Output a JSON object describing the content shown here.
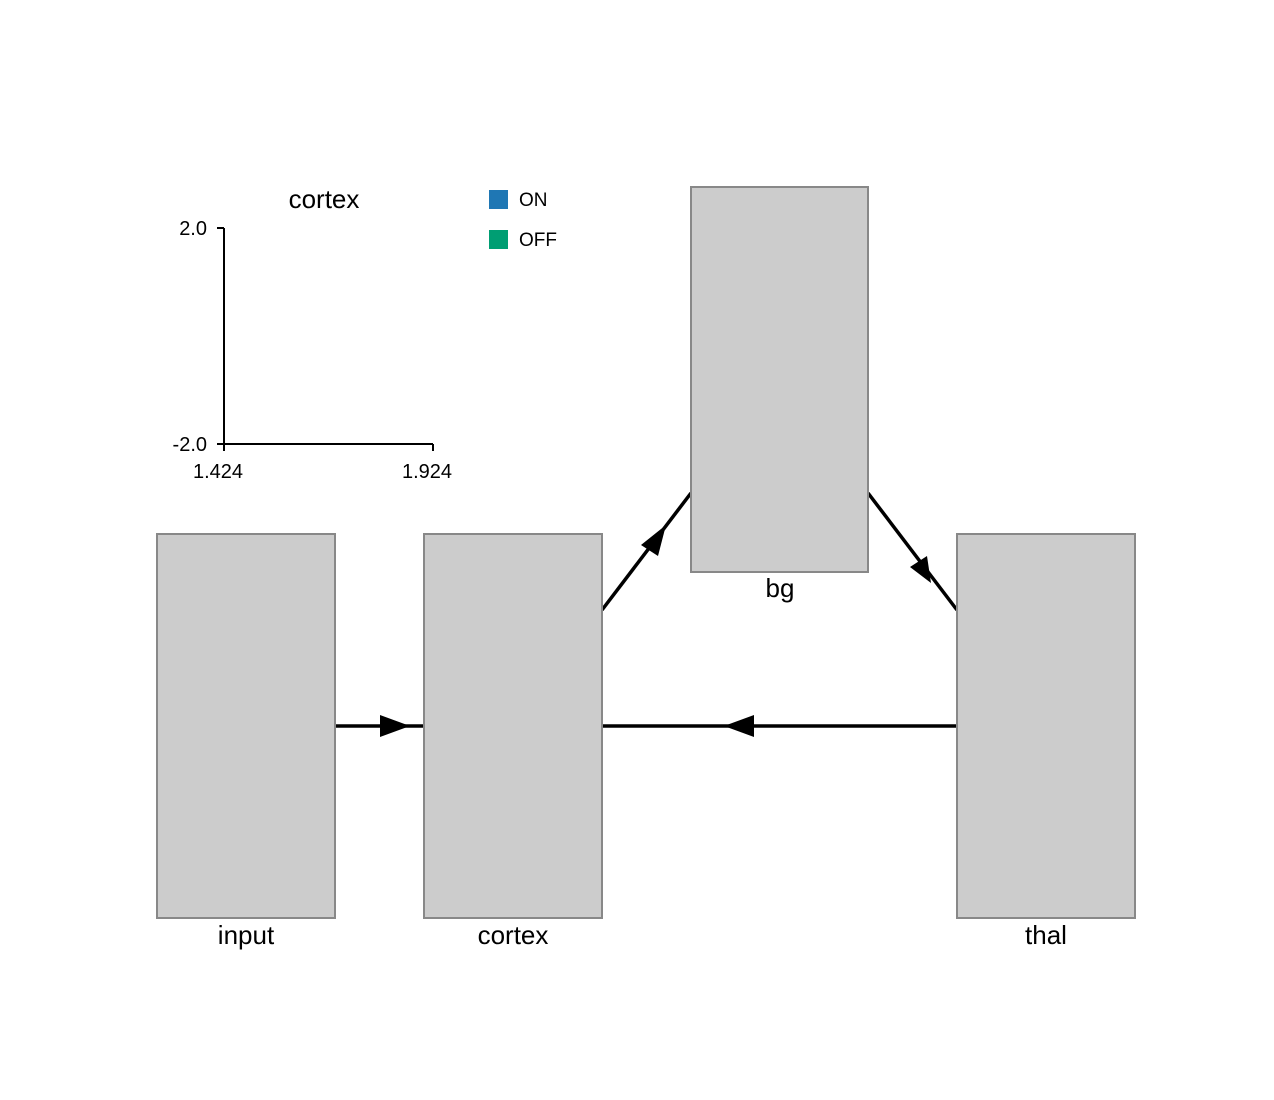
{
  "diagram": {
    "nodes": [
      {
        "id": "input",
        "label": "input"
      },
      {
        "id": "cortex",
        "label": "cortex"
      },
      {
        "id": "bg",
        "label": "bg"
      },
      {
        "id": "thal",
        "label": "thal"
      }
    ],
    "edges": [
      {
        "from": "input",
        "to": "cortex"
      },
      {
        "from": "cortex",
        "to": "bg"
      },
      {
        "from": "bg",
        "to": "thal"
      },
      {
        "from": "thal",
        "to": "cortex"
      }
    ],
    "colors": {
      "node_fill": "#cccccc",
      "node_stroke": "#888888",
      "edge": "#000000"
    }
  },
  "chart_data": {
    "type": "line",
    "title": "cortex",
    "xlabel": "",
    "ylabel": "",
    "xlim": [
      1.424,
      1.924
    ],
    "ylim": [
      -2.0,
      2.0
    ],
    "x_ticks": [
      "1.424",
      "1.924"
    ],
    "y_ticks": [
      "2.0",
      "-2.0"
    ],
    "legend_position": "top-right",
    "series": [
      {
        "name": "ON",
        "color": "#1f77b4",
        "x": [],
        "y": []
      },
      {
        "name": "OFF",
        "color": "#009e73",
        "x": [],
        "y": []
      }
    ],
    "grid": false
  }
}
